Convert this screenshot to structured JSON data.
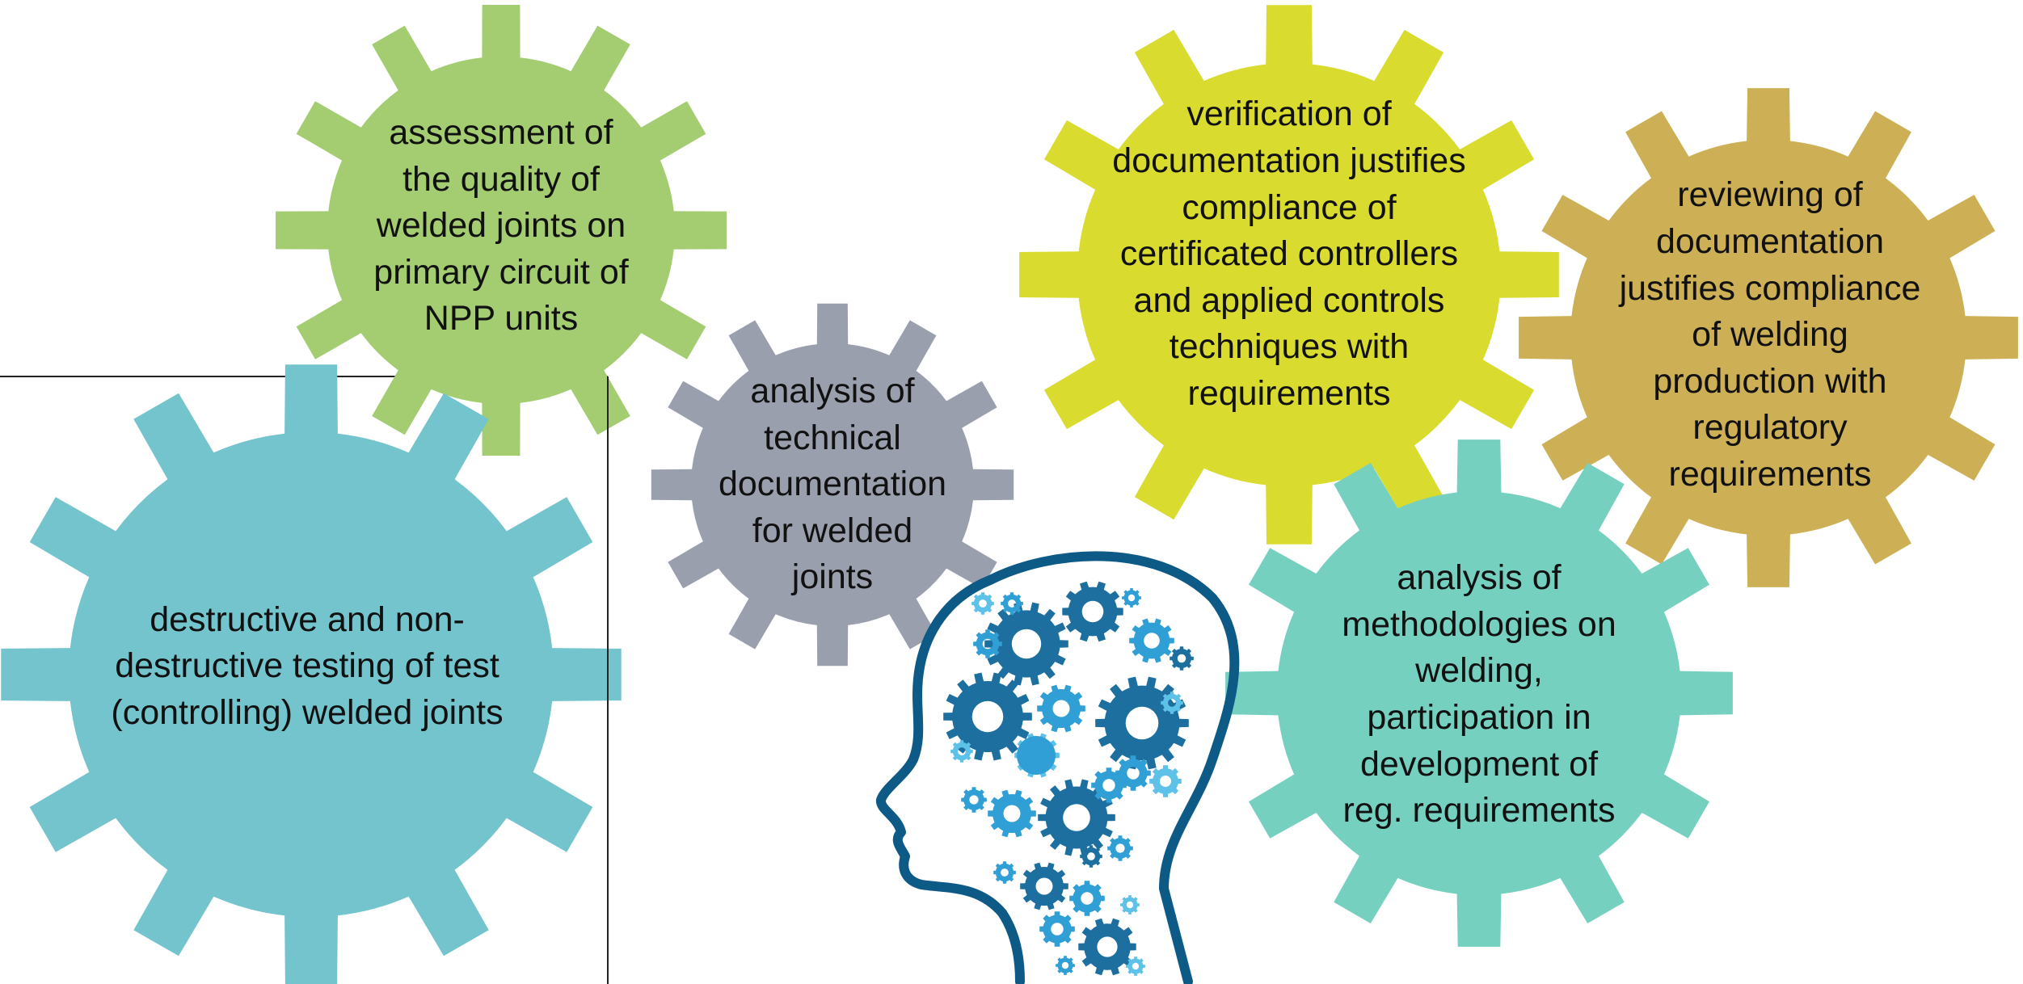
{
  "gears": [
    {
      "id": "quality-assessment",
      "text": "assessment of\nthe quality of\nwelded joints on\nprimary circuit of\nNPP units",
      "color": "#a4cd72"
    },
    {
      "id": "testing",
      "text": "destructive and non-\ndestructive testing of test\n(controlling) welded joints",
      "color": "#73c4cc"
    },
    {
      "id": "technical-documentation",
      "text": "analysis of\ntechnical\ndocumentation\nfor welded\njoints",
      "color": "#9a9fad"
    },
    {
      "id": "verification",
      "text": "verification of\ndocumentation justifies\ncompliance of\ncertificated controllers\nand applied controls\ntechniques with\nrequirements",
      "color": "#d9dc2e"
    },
    {
      "id": "reviewing",
      "text": "reviewing of\ndocumentation\njustifies compliance\nof welding\nproduction with\nregulatory\nrequirements",
      "color": "#cdb055"
    },
    {
      "id": "methodologies",
      "text": "analysis of\nmethodologies on\nwelding,\nparticipation in\ndevelopment of\nreg. requirements",
      "color": "#76d0c0"
    }
  ],
  "head_icon": {
    "name": "head-with-gears-icon",
    "outline_color": "#0e5a87",
    "gear_colors": [
      "#1c6f9f",
      "#2f9fd6",
      "#5ec1e8"
    ]
  }
}
